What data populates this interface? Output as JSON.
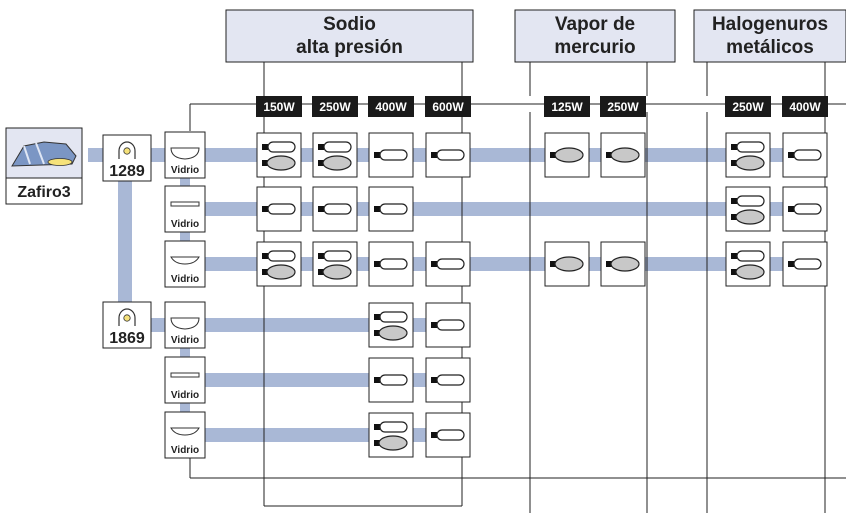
{
  "luminaire": {
    "name": "Zafiro3"
  },
  "optics": [
    {
      "code": "1289"
    },
    {
      "code": "1869"
    }
  ],
  "glass_label": "Vidrio",
  "lamp_families": [
    {
      "line1": "Sodio",
      "line2": "alta presión",
      "wattages": [
        "150W",
        "250W",
        "400W",
        "600W"
      ]
    },
    {
      "line1": "Vapor de",
      "line2": "mercurio",
      "wattages": [
        "125W",
        "250W"
      ]
    },
    {
      "line1": "Halogenuros",
      "line2": "metálicos",
      "wattages": [
        "250W",
        "400W"
      ]
    }
  ],
  "rows": [
    {
      "optic": "1289",
      "glass": "curved",
      "cells": [
        "EO",
        "EO",
        "E",
        "E",
        "O",
        "O",
        "EO",
        "E"
      ]
    },
    {
      "optic": "1289",
      "glass": "flat",
      "cells": [
        "E",
        "E",
        "E",
        "",
        "",
        "",
        "EO",
        "E"
      ]
    },
    {
      "optic": "1289",
      "glass": "shallow",
      "cells": [
        "EO",
        "EO",
        "E",
        "E",
        "O",
        "O",
        "EO",
        "E"
      ]
    },
    {
      "optic": "1869",
      "glass": "curved",
      "cells": [
        "",
        "",
        "EO",
        "E",
        "",
        "",
        "",
        ""
      ]
    },
    {
      "optic": "1869",
      "glass": "flat",
      "cells": [
        "",
        "",
        "E",
        "E",
        "",
        "",
        "",
        ""
      ]
    },
    {
      "optic": "1869",
      "glass": "shallow",
      "cells": [
        "",
        "",
        "EO",
        "E",
        "",
        "",
        "",
        ""
      ]
    }
  ],
  "colors": {
    "band": "#a9b8d6",
    "header_fill": "#e3e6f2",
    "watt_fill": "#1a1a1a",
    "line": "#222222",
    "ovoid_fill": "#c8c8c8"
  }
}
